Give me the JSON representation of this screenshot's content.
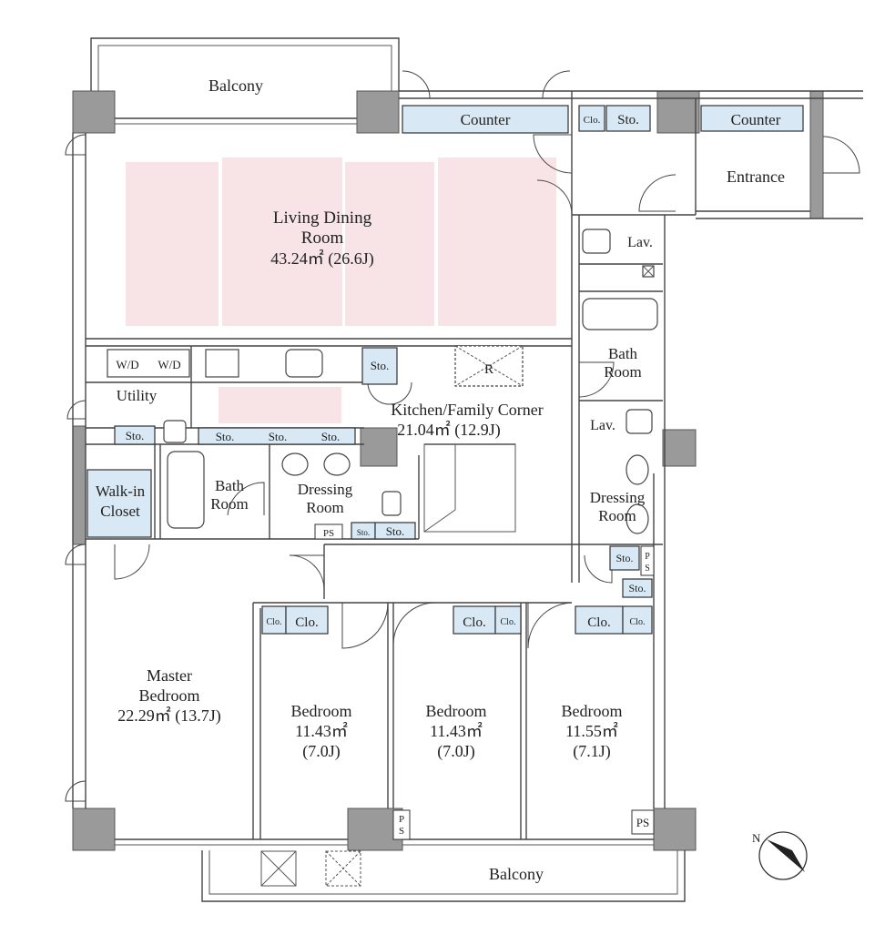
{
  "rooms": {
    "balcony_top": "Balcony",
    "balcony_bottom": "Balcony",
    "ldr_name_1": "Living Dining",
    "ldr_name_2": "Room",
    "ldr_area": "43.24㎡ (26.6J)",
    "kitchen_name": "Kitchen/Family Corner",
    "kitchen_area": "21.04㎡ (12.9J)",
    "entrance": "Entrance",
    "utility": "Utility",
    "walkin_1": "Walk-in",
    "walkin_2": "Closet",
    "bath_left_1": "Bath",
    "bath_left_2": "Room",
    "dressing_left_1": "Dressing",
    "dressing_left_2": "Room",
    "bath_right_1": "Bath",
    "bath_right_2": "Room",
    "dressing_right_1": "Dressing",
    "dressing_right_2": "Room",
    "master_1": "Master",
    "master_2": "Bedroom",
    "master_area": "22.29㎡ (13.7J)",
    "bed1_name": "Bedroom",
    "bed1_area": "11.43㎡",
    "bed1_j": "(7.0J)",
    "bed2_name": "Bedroom",
    "bed2_area": "11.43㎡",
    "bed2_j": "(7.0J)",
    "bed3_name": "Bedroom",
    "bed3_area": "11.55㎡",
    "bed3_j": "(7.1J)"
  },
  "fixtures": {
    "counter_left": "Counter",
    "counter_right": "Counter",
    "clo": "Clo.",
    "sto": "Sto.",
    "lav": "Lav.",
    "wd": "W/D",
    "r": "R",
    "ps": "PS",
    "ps_v1": "P",
    "ps_v2": "S"
  },
  "colors": {
    "storage": "#d8e8f5",
    "living_highlight": "#f8e3e6",
    "wall": "#9a9a9a"
  },
  "icons": {
    "compass": "north-arrow-icon"
  }
}
